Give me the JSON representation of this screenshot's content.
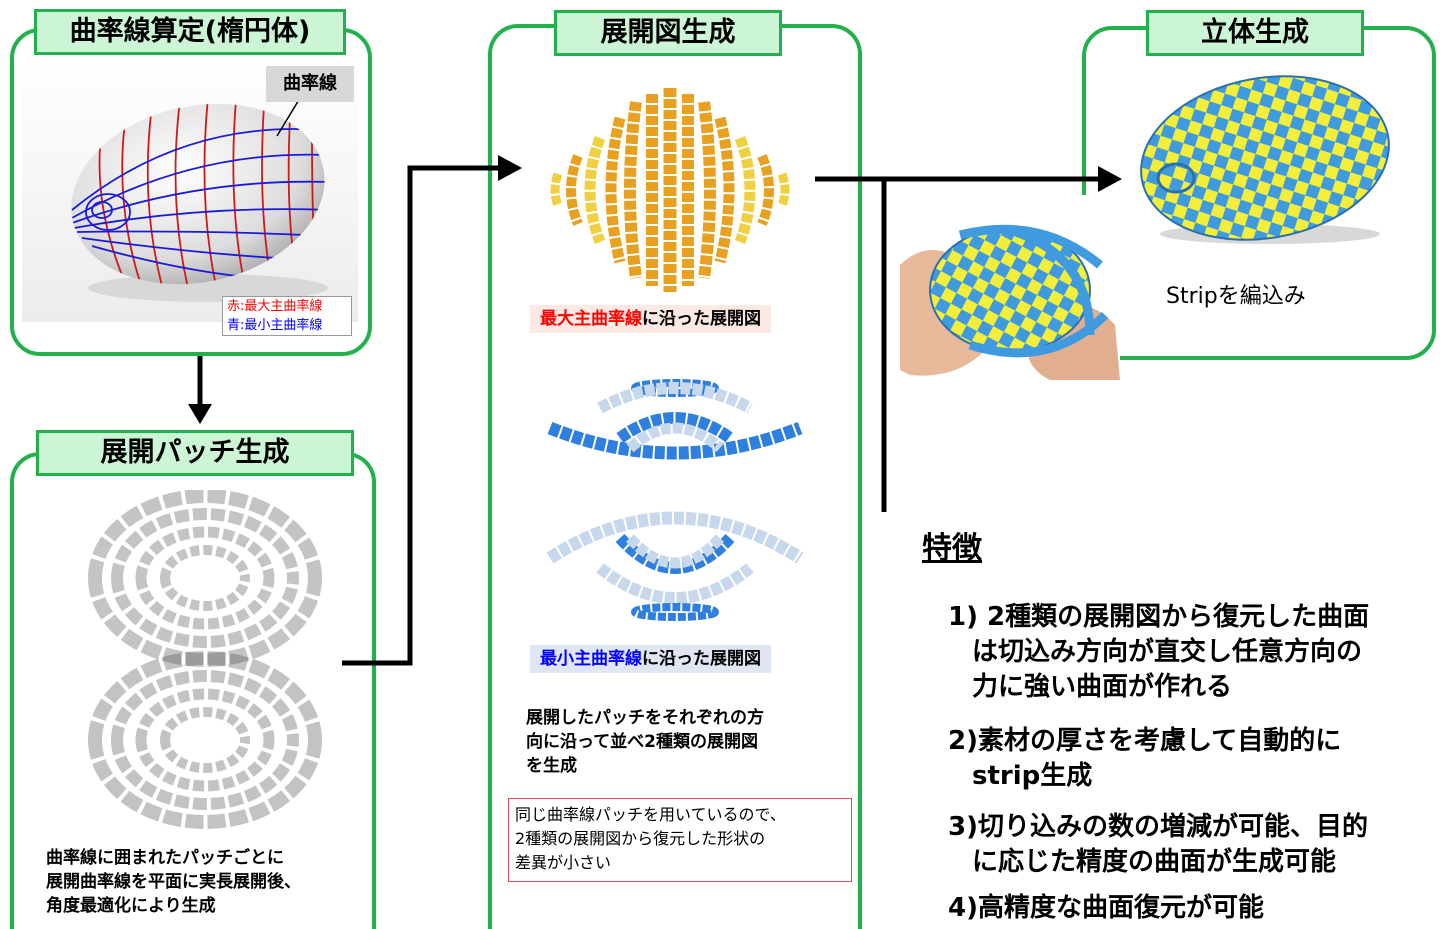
{
  "panels": {
    "curvature": {
      "title": "曲率線算定(楕円体)",
      "callout": "曲率線",
      "legend_red": "赤:最大主曲率線",
      "legend_blue": "青:最小主曲率線"
    },
    "patch": {
      "title": "展開パッチ生成",
      "description": [
        "曲率線に囲まれたパッチごとに",
        "展開曲率線を平面に実長展開後、",
        "角度最適化により生成"
      ]
    },
    "development": {
      "title": "展開図生成",
      "label_max_highlight": "最大主曲率線",
      "label_max_rest": "に沿った展開図",
      "label_min_highlight": "最小主曲率線",
      "label_min_rest": "に沿った展開図",
      "description": [
        "展開したパッチをそれぞれの方",
        "向に沿って並べ2種類の展開図",
        "を生成"
      ],
      "note": [
        "同じ曲率線パッチを用いているので、",
        "2種類の展開図から復元した形状の",
        "差異が小さい"
      ]
    },
    "solid": {
      "title": "立体生成",
      "caption": "Stripを編込み"
    }
  },
  "features": {
    "heading": "特徴",
    "items": [
      [
        "1) 2種類の展開図から復元した曲面",
        "は切込み方向が直交し任意方向の",
        "力に強い曲面が作れる"
      ],
      [
        "2)素材の厚さを考慮して自動的に",
        "strip生成"
      ],
      [
        "3)切り込みの数の増減が可能、目的",
        "に応じた精度の曲面が生成可能"
      ],
      [
        "4)高精度な曲面復元が可能"
      ]
    ]
  },
  "colors": {
    "panel_border": "#22b14c",
    "title_fill": "#ccf5d6",
    "max_curvature": "#e8a020",
    "min_curvature": "#2f7fe0",
    "min_curvature_light": "#c8d8ec",
    "weave_yellow": "#f2ee3a",
    "weave_blue": "#3f9ae0"
  }
}
